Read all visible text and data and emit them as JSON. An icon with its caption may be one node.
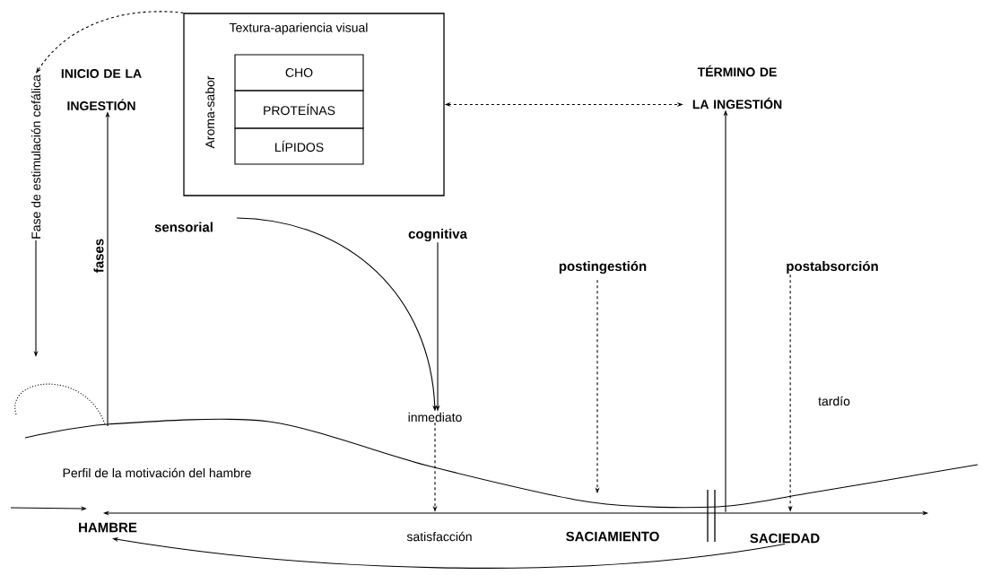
{
  "diagram": {
    "nodes": [
      {
        "text": [
          "Textura-apariencia visual",
          "Aroma-sabor"
        ]
      },
      {
        "text": [
          "CHO"
        ],
        "in": 0
      },
      {
        "text": [
          "PROTEÍNAS"
        ],
        "in": 0
      },
      {
        "text": [
          "LÍPIDOS"
        ],
        "in": 0
      },
      {
        "text": [
          "INICIO DE LA INGESTIÓN"
        ]
      },
      {
        "text": [
          "TÉRMINO DE LA INGESTIÓN"
        ]
      },
      {
        "text": [
          "Fase de estimulación cefálica"
        ]
      },
      {
        "text": [
          "sensorial"
        ]
      },
      {
        "text": [
          "cognitiva"
        ]
      },
      {
        "text": [
          "inmediato"
        ]
      },
      {
        "text": [
          "postingestión"
        ]
      },
      {
        "text": [
          "postabsorción"
        ]
      },
      {
        "text": [
          "HAMBRE"
        ]
      },
      {
        "text": [
          "SACIEDAD"
        ]
      },
      {
        "text": [],
        "shape": "line"
      }
    ],
    "edges": [
      {
        "from": 0,
        "to": 6,
        "arrow": "to",
        "style": "dashed"
      },
      {
        "from": 0,
        "to": 5,
        "arrow": "both",
        "style": "dashed"
      },
      {
        "from": 6,
        "to": null,
        "arrow": "to"
      },
      {
        "from": null,
        "to": 4,
        "arrow": "to"
      },
      {
        "from": 7,
        "to": 9,
        "arrow": "to"
      },
      {
        "from": 8,
        "to": 9,
        "arrow": "to"
      },
      {
        "from": 9,
        "to": 14,
        "arrow": "to",
        "style": "dashed"
      },
      {
        "from": 10,
        "to": null,
        "arrow": "to",
        "style": "dashed"
      },
      {
        "from": 11,
        "to": 14,
        "arrow": "to",
        "style": "dashed"
      },
      {
        "from": 14,
        "to": 5,
        "arrow": "to"
      },
      {
        "from": 13,
        "to": 12,
        "arrow": "to"
      }
    ],
    "labels": [
      "fases",
      "tardío",
      "Perfil de la motivación del hambre",
      "satisfacción",
      "SACIAMIENTO"
    ]
  }
}
